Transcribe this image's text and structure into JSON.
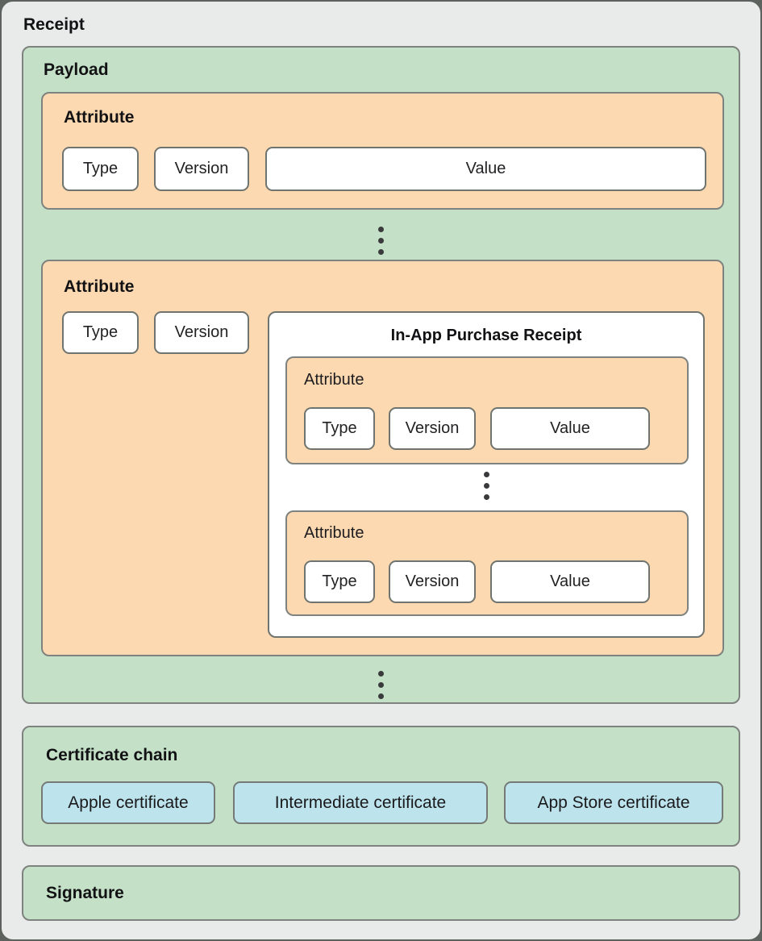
{
  "colors": {
    "canvas_background": "#e9eaea",
    "outer_border": "#5d625e",
    "green_fill": "#c4e1c8",
    "orange_fill": "#fdd9b1",
    "blue_fill": "#bde3ec",
    "white_fill": "#ffffff",
    "box_border": "#7e837f",
    "text": "#1a1a1c",
    "dot": "#3a3a3c"
  },
  "receipt": {
    "title": "Receipt",
    "payload": {
      "title": "Payload",
      "attribute_top": {
        "title": "Attribute",
        "type": "Type",
        "version": "Version",
        "value": "Value"
      },
      "attribute_bottom": {
        "title": "Attribute",
        "type": "Type",
        "version": "Version",
        "in_app_purchase_receipt": {
          "title": "In-App Purchase Receipt",
          "attribute_top": {
            "title": "Attribute",
            "type": "Type",
            "version": "Version",
            "value": "Value"
          },
          "attribute_bottom": {
            "title": "Attribute",
            "type": "Type",
            "version": "Version",
            "value": "Value"
          }
        }
      }
    },
    "certificate_chain": {
      "title": "Certificate chain",
      "certificates": [
        "Apple certificate",
        "Intermediate certificate",
        "App Store certificate"
      ]
    },
    "signature": {
      "title": "Signature"
    }
  }
}
